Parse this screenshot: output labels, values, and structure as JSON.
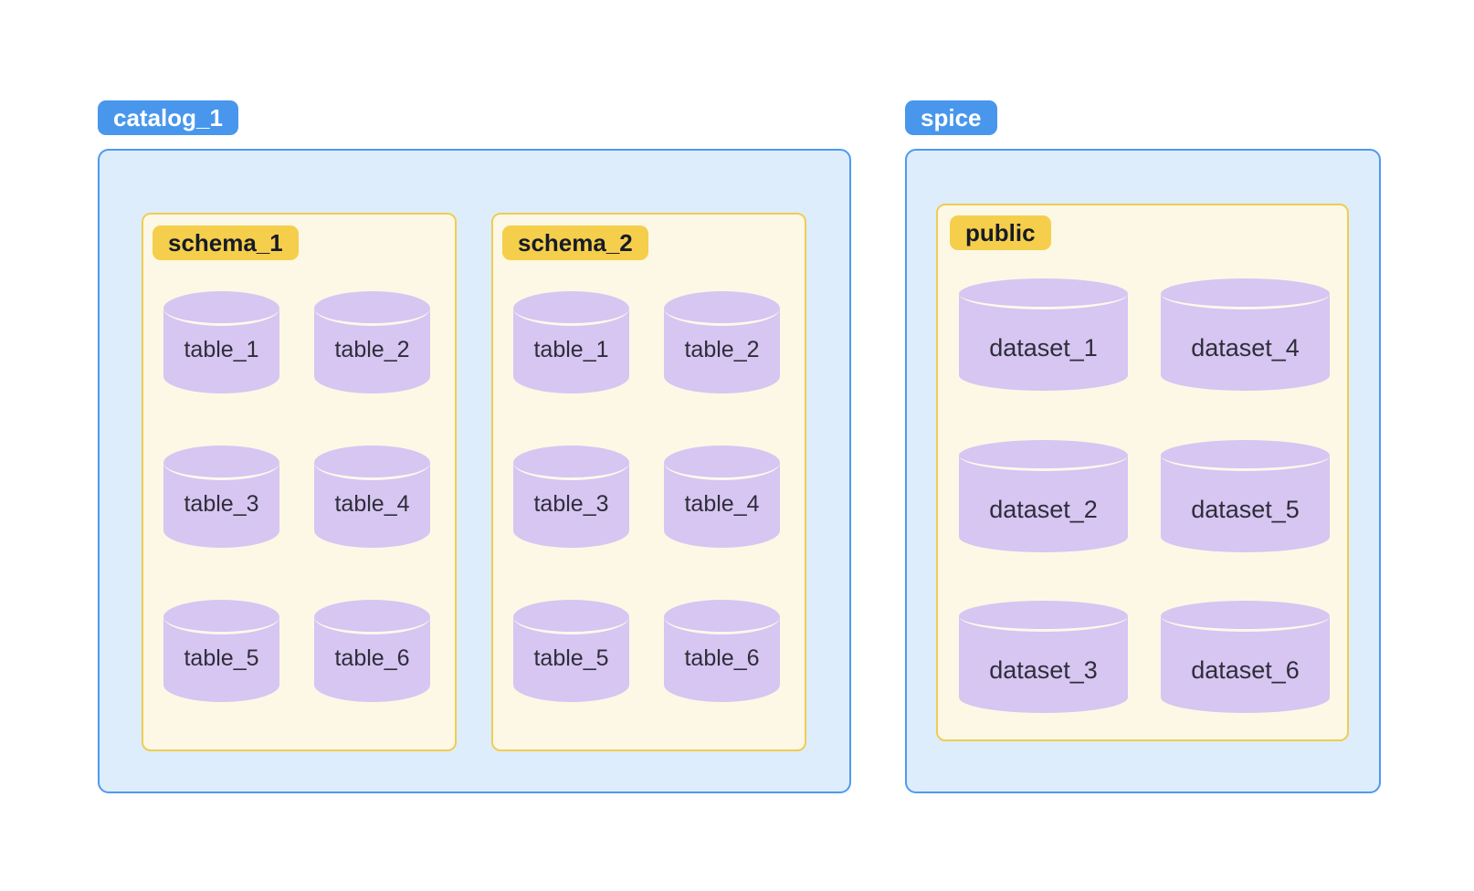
{
  "diagram": {
    "background": "#ffffff",
    "colors": {
      "catalog_badge_bg": "#4897EC",
      "catalog_badge_text": "#FFFFFF",
      "catalog_box_bg": "#DEEDFC",
      "catalog_box_border": "#4E9AEE",
      "schema_badge_bg": "#F5CE4B",
      "schema_badge_text": "#161B26",
      "schema_box_bg": "#FCF8E5",
      "schema_box_border": "#EECD52",
      "cylinder_fill": "#D7C5F2",
      "cylinder_divider": "#FCF9EC",
      "cylinder_text": "#2E2E3A"
    },
    "catalogs": [
      {
        "label": "catalog_1",
        "schemas": [
          {
            "label": "schema_1",
            "tables": [
              "table_1",
              "table_2",
              "table_3",
              "table_4",
              "table_5",
              "table_6"
            ]
          },
          {
            "label": "schema_2",
            "tables": [
              "table_1",
              "table_2",
              "table_3",
              "table_4",
              "table_5",
              "table_6"
            ]
          }
        ]
      },
      {
        "label": "spice",
        "schemas": [
          {
            "label": "public",
            "tables": [
              "dataset_1",
              "dataset_2",
              "dataset_3",
              "dataset_4",
              "dataset_5",
              "dataset_6"
            ]
          }
        ]
      }
    ]
  }
}
